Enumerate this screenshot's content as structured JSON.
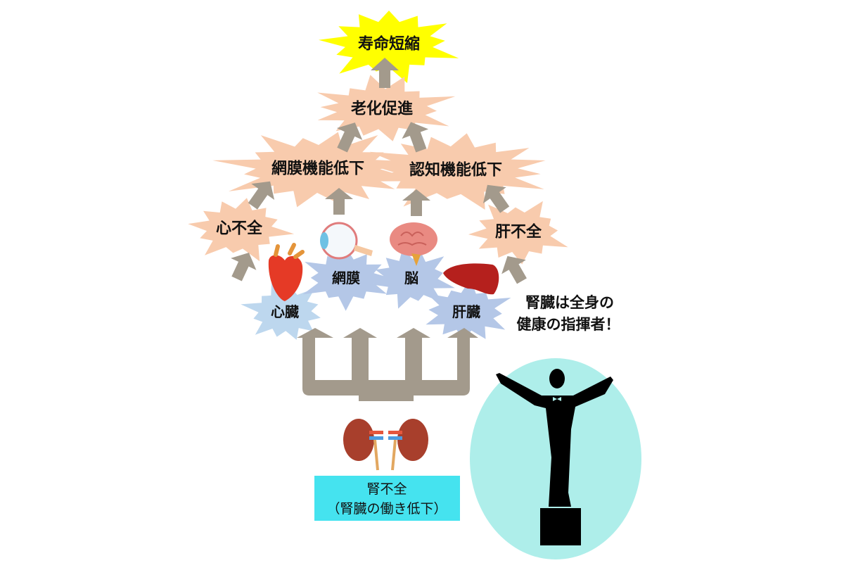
{
  "title": "寿命短縮",
  "nodes": {
    "lifespan": "寿命短縮",
    "aging": "老化促進",
    "retina_decline": "網膜機能低下",
    "cognitive_decline": "認知機能低下",
    "heart_failure": "心不全",
    "liver_failure": "肝不全",
    "heart": "心臓",
    "retina": "網膜",
    "brain": "脳",
    "liver": "肝臓"
  },
  "kidney_box": {
    "line1": "腎不全",
    "line2": "（腎臓の働き低下）"
  },
  "conductor_caption": {
    "line1": "腎臓は全身の",
    "line2": "健康の指揮者！"
  },
  "colors": {
    "yellow_star": "#ffff00",
    "peach_star": "#f8cbad",
    "blue_star": "#b4c7e7",
    "light_blue_star": "#bdd7ee",
    "arrow": "#a39a8c",
    "kidney_box": "#45e3ef",
    "ellipse": "#aeeeea"
  }
}
